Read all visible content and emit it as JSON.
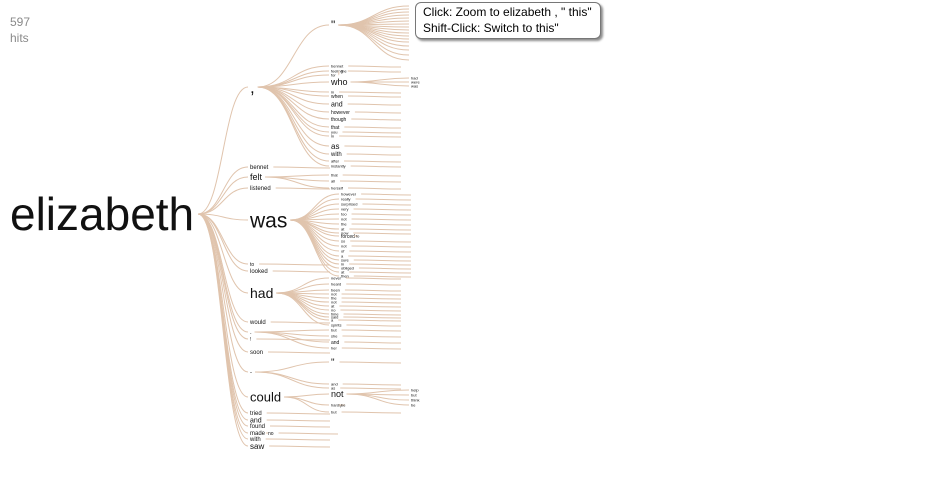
{
  "hits": {
    "count": "597",
    "label": "hits"
  },
  "tooltip": {
    "line1": "Click: Zoom to elizabeth , \" this\"",
    "line2": "Shift-Click: Switch to this\""
  },
  "colors": {
    "link": "#e0c4ad",
    "text": "#111111"
  },
  "tree": {
    "label": "elizabeth",
    "children": [
      {
        "label": ",",
        "children": [
          {
            "label": "\"",
            "children": [
              {},
              {},
              {},
              {},
              {},
              {},
              {},
              {},
              {},
              {},
              {},
              {},
              {},
              {},
              {},
              {},
              {}
            ]
          },
          {
            "label": "bennet"
          },
          {
            "label": "feeling"
          },
          {
            "label": "for",
            "children": [
              {
                "label": "the"
              }
            ]
          },
          {
            "label": "who",
            "children": [
              {
                "label": "had"
              },
              {
                "label": "were"
              },
              {
                "label": "was"
              }
            ]
          },
          {
            "label": "in"
          },
          {
            "label": "when"
          },
          {
            "label": "and"
          },
          {
            "label": "however"
          },
          {
            "label": "though"
          },
          {
            "label": "that"
          },
          {
            "label": "you"
          },
          {
            "label": "in"
          },
          {
            "label": "as"
          },
          {
            "label": "with"
          },
          {
            "label": "after"
          },
          {
            "label": "instantly"
          }
        ]
      },
      {
        "label": "bennet"
      },
      {
        "label": "felt",
        "children": [
          {
            "label": "that"
          },
          {
            "label": "all"
          },
          {
            "label": "herself"
          }
        ]
      },
      {
        "label": "listened"
      },
      {
        "label": "was",
        "children": [
          {
            "label": "however"
          },
          {
            "label": "really"
          },
          {
            "label": "surprised"
          },
          {
            "label": "very"
          },
          {
            "label": "too"
          },
          {
            "label": "not"
          },
          {
            "label": "the"
          },
          {
            "label": "at"
          },
          {
            "label": "now"
          },
          {
            "label": "forced",
            "children": [
              {
                "label": "to"
              }
            ]
          },
          {
            "label": "so"
          },
          {
            "label": "not"
          },
          {
            "label": "of"
          },
          {
            "label": "a"
          },
          {
            "label": "sure"
          },
          {
            "label": "in"
          },
          {
            "label": "obliged"
          },
          {
            "label": "at"
          },
          {
            "label": "then"
          }
        ]
      },
      {
        "label": "to"
      },
      {
        "label": "looked"
      },
      {
        "label": "had",
        "children": [
          {
            "label": "never"
          },
          {
            "label": "heard"
          },
          {
            "label": "been"
          },
          {
            "label": "not"
          },
          {
            "label": "the"
          },
          {
            "label": "not"
          },
          {
            "label": "at"
          },
          {
            "label": "no"
          },
          {
            "label": "time"
          },
          {
            "label": "said"
          },
          {
            "label": "a"
          },
          {
            "label": "spirits"
          }
        ]
      },
      {
        "label": "would"
      },
      {
        "label": ".",
        "children": [
          {
            "label": "but"
          },
          {
            "label": "she"
          },
          {
            "label": "and"
          },
          {
            "label": "her"
          }
        ]
      },
      {
        "label": "!"
      },
      {
        "label": "soon"
      },
      {
        "label": "-",
        "children": [
          {
            "label": "\""
          },
          {
            "label": "and"
          },
          {
            "label": "as"
          }
        ]
      },
      {
        "label": "could",
        "children": [
          {
            "label": "not",
            "children": [
              {
                "label": "help"
              },
              {
                "label": "but"
              },
              {
                "label": "think"
              },
              {
                "label": "be"
              }
            ]
          },
          {
            "label": "hardly",
            "children": [
              {
                "label": "be"
              }
            ]
          },
          {
            "label": "but"
          }
        ]
      },
      {
        "label": "tried"
      },
      {
        "label": "and"
      },
      {
        "label": "found"
      },
      {
        "label": "made",
        "children": [
          {
            "label": "no"
          }
        ]
      },
      {
        "label": "with"
      },
      {
        "label": "saw"
      }
    ]
  }
}
